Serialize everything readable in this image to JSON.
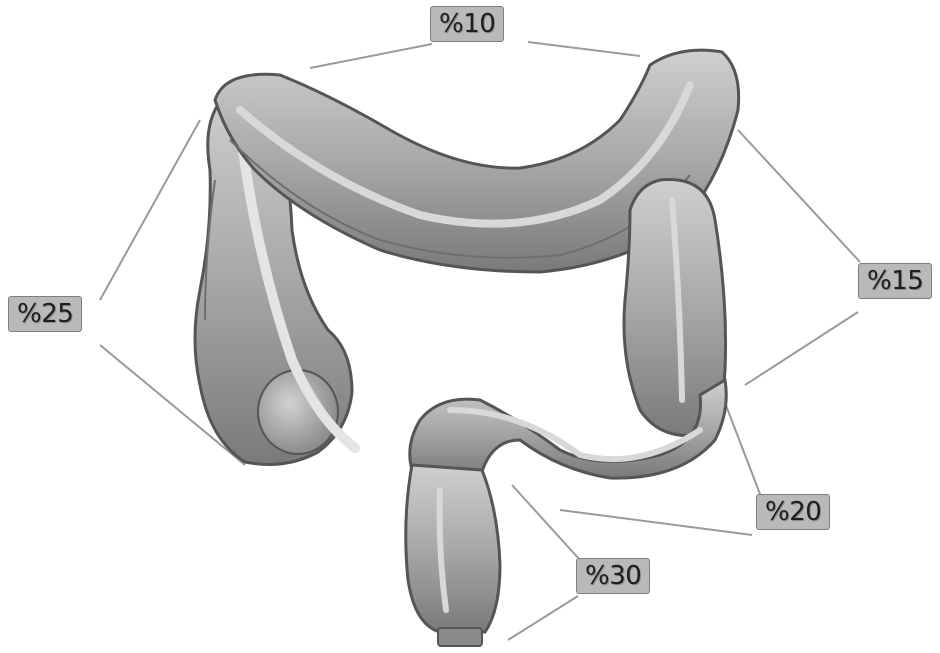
{
  "diagram": {
    "labels": {
      "ascending_colon": "%25",
      "transverse_colon": "%10",
      "descending_colon": "%15",
      "sigmoid_colon": "%20",
      "rectum": "%30"
    },
    "colors": {
      "colon_fill": "#aaaaaa",
      "colon_shadow": "#5e5e5e",
      "colon_highlight": "#dcdcdc",
      "label_fill": "#b9b9b9",
      "leader_line": "#9a9a9a"
    }
  }
}
